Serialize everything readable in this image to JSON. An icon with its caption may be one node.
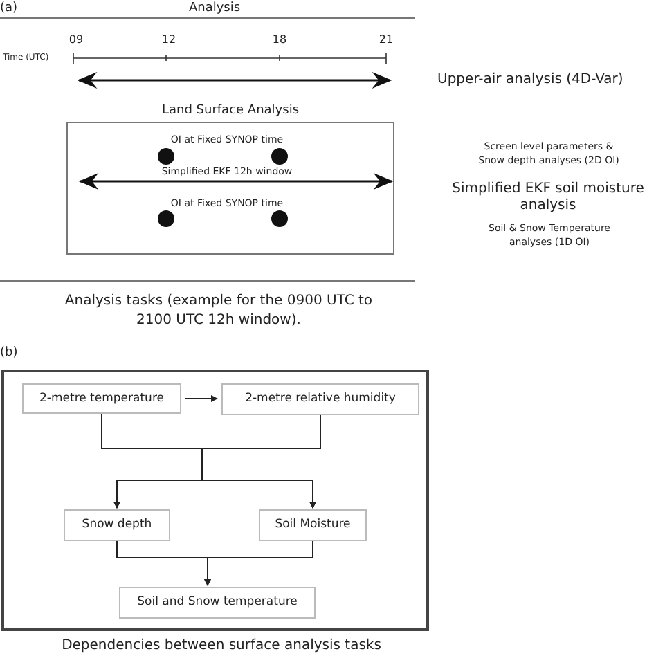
{
  "diagram": {
    "nodes": [
      {
        "text": [
          "Land Surface Analysis"
        ]
      },
      {
        "text": [],
        "shape": "box"
      },
      {
        "text": [
          "2-metre temperature"
        ],
        "in": 1
      },
      {
        "text": [
          "2-metre relative humidity"
        ],
        "in": 1
      },
      {
        "text": [
          "Snow depth"
        ],
        "in": 1
      },
      {
        "text": [
          "Soil Moisture"
        ],
        "in": 1
      },
      {
        "text": [
          "Soil and Snow temperature"
        ],
        "in": 1
      }
    ],
    "edges": [
      {
        "from": 2,
        "to": 3,
        "arrow": "to"
      },
      {
        "from": 2,
        "to": 4,
        "arrow": "to"
      },
      {
        "from": 2,
        "to": 5,
        "arrow": "to"
      },
      {
        "from": 3,
        "to": 4,
        "arrow": "to"
      },
      {
        "from": 3,
        "to": 5,
        "arrow": "to"
      },
      {
        "from": 4,
        "to": 6,
        "arrow": "to"
      },
      {
        "from": 5,
        "to": 6,
        "arrow": "to"
      }
    ],
    "labels": [
      "(a)",
      "Analysis",
      "09",
      "12",
      "18",
      "21",
      "Time (UTC)",
      "Upper-air analysis (4D-Var)",
      "OI at Fixed SYNOP time",
      "Simplified EKF 12h window",
      "OI at Fixed SYNOP time",
      "Screen level parameters & Snow depth analyses (2D OI)",
      "Simplified EKF soil moisture analysis",
      "Soil & Snow Temperature analyses (1D OI)",
      "Analysis tasks (example for the 0900 UTC to 2100 UTC 12h window).",
      "(b)",
      "Dependencies between surface analysis tasks"
    ]
  }
}
